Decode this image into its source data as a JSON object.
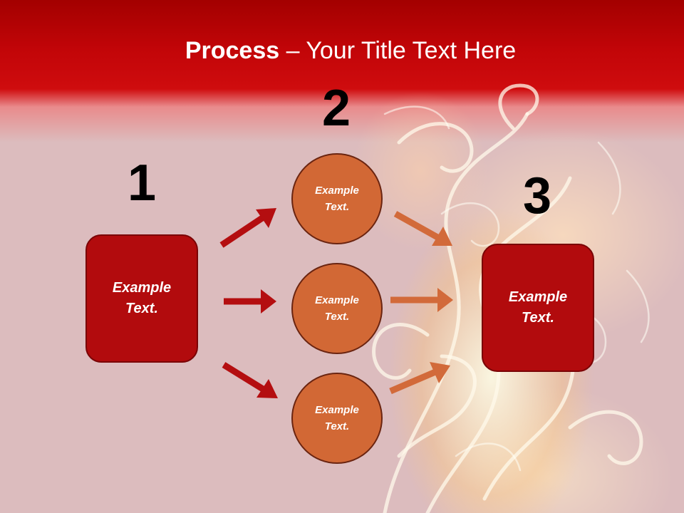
{
  "title": {
    "bold": "Process",
    "rest": " – Your Title Text Here"
  },
  "steps": {
    "step1": {
      "number": "1",
      "label": "Example Text."
    },
    "step2": {
      "number": "2",
      "items": [
        "Example Text.",
        "Example Text.",
        "Example Text."
      ]
    },
    "step3": {
      "number": "3",
      "label": "Example Text."
    }
  },
  "colors": {
    "header_red": "#c20508",
    "box_red": "#b20b0d",
    "circle_orange": "#d26835",
    "arrow_dark_red": "#b40e10",
    "arrow_orange": "#d26a3a"
  }
}
